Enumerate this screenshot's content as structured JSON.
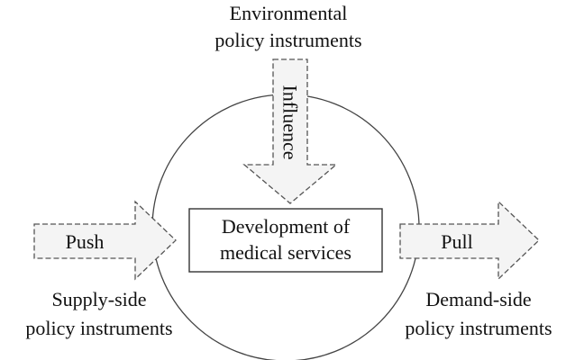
{
  "diagram": {
    "center_box": {
      "line1": "Development of",
      "line2": "medical services"
    },
    "top_label": {
      "line1": "Environmental",
      "line2": "policy instruments"
    },
    "top_arrow_text": "Influence",
    "left_arrow_text": "Push",
    "right_arrow_text": "Pull",
    "left_label": {
      "line1": "Supply-side",
      "line2": "policy instruments"
    },
    "right_label": {
      "line1": "Demand-side",
      "line2": "policy instruments"
    },
    "colors": {
      "arrow_fill": "#f4f4f4",
      "stroke": "#555555",
      "text": "#111111"
    }
  }
}
